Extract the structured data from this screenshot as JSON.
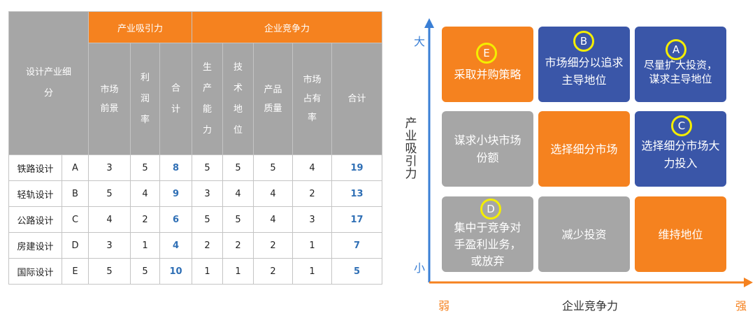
{
  "table": {
    "segment_header": "设计产业细分",
    "group_attractiveness": "产业吸引力",
    "group_competitiveness": "企业竞争力",
    "sub_headers": {
      "market_prospect": "市场前景",
      "profit_rate": "利润率",
      "attr_total": "合计",
      "production_capacity": "生产能力",
      "tech_position": "技术地位",
      "product_quality": "产品质量",
      "market_share": "市场占有率",
      "comp_total": "合计"
    },
    "rows": [
      {
        "name": "铁路设计",
        "code": "A",
        "market": "3",
        "profit": "5",
        "attr_total": "8",
        "capacity": "5",
        "tech": "5",
        "quality": "5",
        "share": "4",
        "comp_total": "19"
      },
      {
        "name": "轻轨设计",
        "code": "B",
        "market": "5",
        "profit": "4",
        "attr_total": "9",
        "capacity": "3",
        "tech": "4",
        "quality": "4",
        "share": "2",
        "comp_total": "13"
      },
      {
        "name": "公路设计",
        "code": "C",
        "market": "4",
        "profit": "2",
        "attr_total": "6",
        "capacity": "5",
        "tech": "5",
        "quality": "4",
        "share": "3",
        "comp_total": "17"
      },
      {
        "name": "房建设计",
        "code": "D",
        "market": "3",
        "profit": "1",
        "attr_total": "4",
        "capacity": "2",
        "tech": "2",
        "quality": "2",
        "share": "1",
        "comp_total": "7"
      },
      {
        "name": "国际设计",
        "code": "E",
        "market": "5",
        "profit": "5",
        "attr_total": "10",
        "capacity": "1",
        "tech": "1",
        "quality": "2",
        "share": "1",
        "comp_total": "5"
      }
    ]
  },
  "matrix": {
    "y_axis_label": "产业吸引力",
    "x_axis_label": "企业竞争力",
    "y_high": "大",
    "y_low": "小",
    "x_low": "弱",
    "x_high": "强",
    "cells": {
      "r1c1": "采取并购策略",
      "r1c2": "市场细分以追求主导地位",
      "r1c3": "尽量扩大投资，谋求主导地位",
      "r2c1": "谋求小块市场份额",
      "r2c2": "选择细分市场",
      "r2c3": "选择细分市场大力投入",
      "r3c1": "集中于竞争对手盈利业务，或放弃",
      "r3c2": "减少投资",
      "r3c3": "维持地位"
    },
    "markers": {
      "A": "A",
      "B": "B",
      "C": "C",
      "D": "D",
      "E": "E"
    },
    "colors": {
      "orange": "#f5821f",
      "blue": "#3a56a8",
      "gray": "#a6a6a6",
      "axis": "#3a7fd5",
      "axis_x": "#f5821f",
      "total_text": "#2f6fb5",
      "marker_ring": "#f4ee00"
    }
  }
}
